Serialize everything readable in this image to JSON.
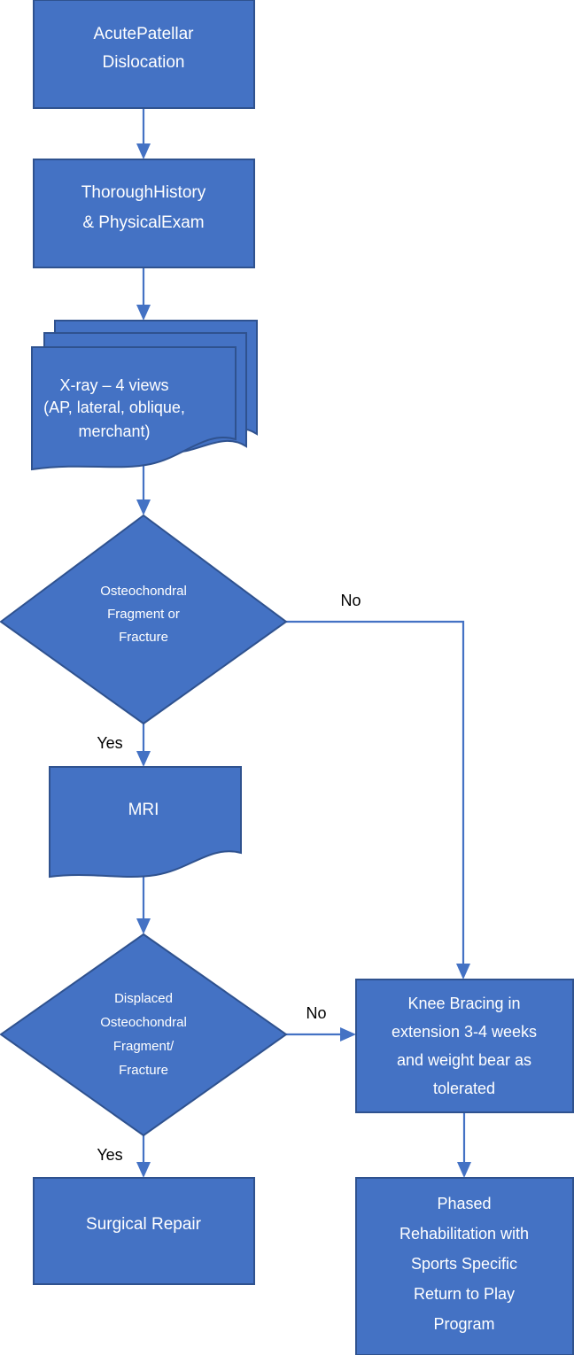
{
  "diagram": {
    "type": "clinical-decision-flowchart",
    "colors": {
      "node_fill": "#4472C4",
      "node_border": "#2F528F",
      "node_text": "#FFFFFF",
      "connector": "#4472C4",
      "edge_label_text": "#000000",
      "background": "#FFFFFF"
    },
    "nodes": {
      "start": {
        "shape": "rectangle",
        "lines": [
          "AcutePatellar",
          "Dislocation"
        ]
      },
      "history": {
        "shape": "rectangle",
        "lines": [
          "ThoroughHistory",
          "& PhysicalExam"
        ]
      },
      "xray": {
        "shape": "multi-document",
        "lines": [
          "X-ray – 4 views",
          "(AP, lateral, oblique,",
          "merchant)"
        ]
      },
      "decision1": {
        "shape": "diamond",
        "lines": [
          "Osteochondral",
          "Fragment or",
          "Fracture"
        ]
      },
      "mri": {
        "shape": "document",
        "lines": [
          "MRI"
        ]
      },
      "decision2": {
        "shape": "diamond",
        "lines": [
          "Displaced",
          "Osteochondral",
          "Fragment/",
          "Fracture"
        ]
      },
      "bracing": {
        "shape": "rectangle",
        "lines": [
          "Knee Bracing in",
          "extension 3-4 weeks",
          "and weight bear as",
          "tolerated"
        ]
      },
      "surgery": {
        "shape": "rectangle",
        "lines": [
          "Surgical Repair"
        ]
      },
      "rehab": {
        "shape": "rectangle",
        "lines": [
          "Phased",
          "Rehabilitation with",
          "Sports Specific",
          "Return to Play",
          "Program"
        ]
      }
    },
    "edge_labels": {
      "decision1_no": "No",
      "decision1_yes": "Yes",
      "decision2_no": "No",
      "decision2_yes": "Yes"
    }
  }
}
